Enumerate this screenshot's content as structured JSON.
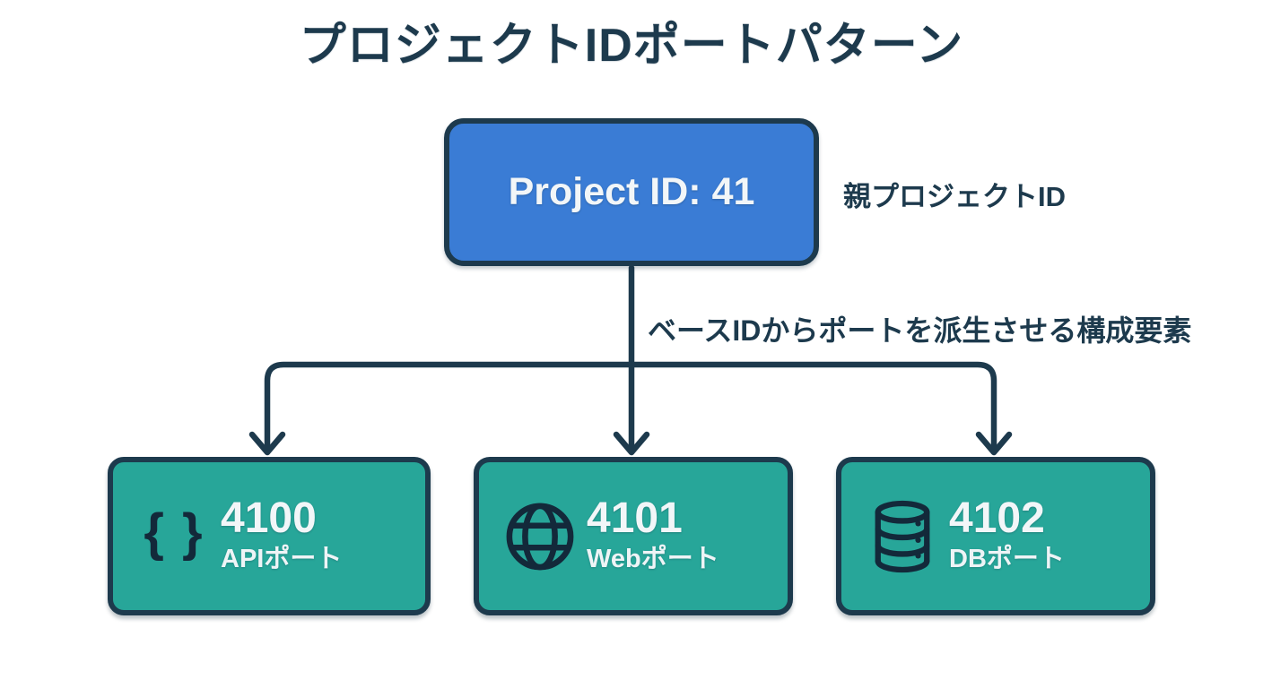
{
  "title": "プロジェクトIDポートパターン",
  "parent": {
    "label": "Project ID: 41",
    "side_label": "親プロジェクトID"
  },
  "connector": {
    "annotation": "ベースIDからポートを派生させる構成要素"
  },
  "children": [
    {
      "icon": "braces-icon",
      "icon_glyph": "{ }",
      "port": "4100",
      "label": "APIポート"
    },
    {
      "icon": "globe-icon",
      "port": "4101",
      "label": "Webポート"
    },
    {
      "icon": "database-icon",
      "port": "4102",
      "label": "DBポート"
    }
  ],
  "colors": {
    "navy": "#1d3a4d",
    "parent_blue": "#3a7cd5",
    "child_teal": "#27a699",
    "box_text": "#f2f6f8",
    "background": "#ffffff"
  }
}
